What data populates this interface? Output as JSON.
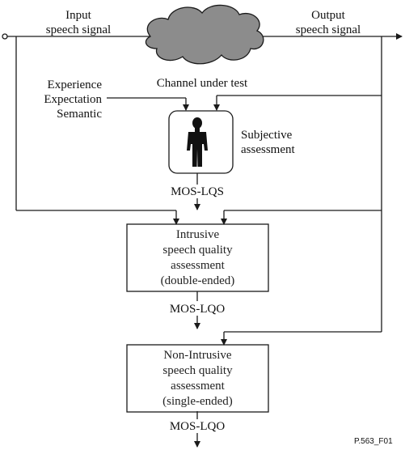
{
  "labels": {
    "input": [
      "Input",
      "speech signal"
    ],
    "output": [
      "Output",
      "speech signal"
    ],
    "channel": "Channel under test",
    "factors": [
      "Experience",
      "Expectation",
      "Semantic"
    ],
    "subjective": [
      "Subjective",
      "assessment"
    ],
    "mos_lqs": "MOS-LQS",
    "intrusive": [
      "Intrusive",
      "speech quality",
      "assessment",
      "(double-ended)"
    ],
    "mos_lqo_1": "MOS-LQO",
    "nonintrusive": [
      "Non-Intrusive",
      "speech quality",
      "assessment",
      "(single-ended)"
    ],
    "mos_lqo_2": "MOS-LQO",
    "figure_id": "P.563_F01"
  },
  "colors": {
    "line": "#1a1a1a",
    "cloud_fill": "#8c8c8c",
    "cloud_stroke": "#1a1a1a",
    "person": "#111111"
  },
  "icons": {
    "cloud": "cloud-icon",
    "person": "person-icon"
  }
}
